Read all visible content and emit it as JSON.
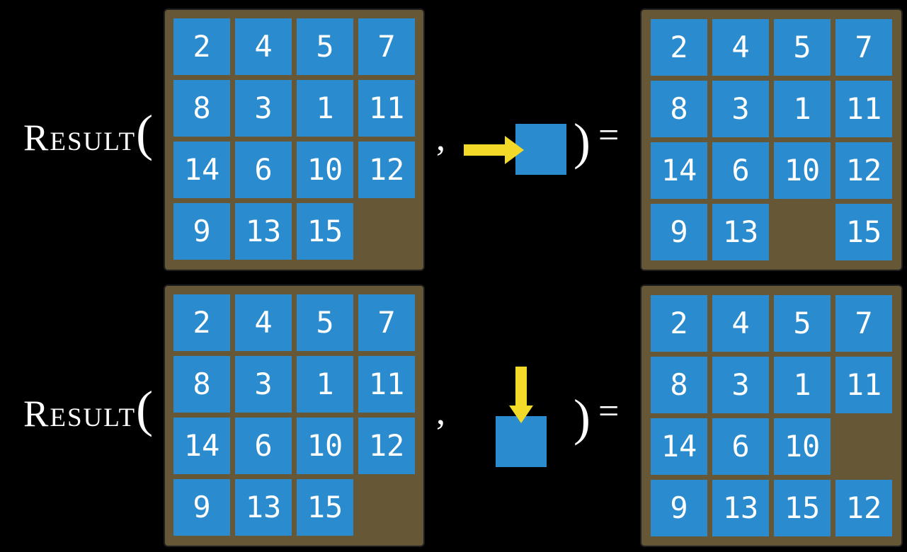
{
  "colors": {
    "background": "#000000",
    "board-fill": "#665836",
    "board-border": "#1e1e1e",
    "tile-fill": "#2a8bce",
    "tile-text": "#ffffff",
    "arrow-yellow": "#f3da29",
    "label-text": "#ffffff"
  },
  "labels": {
    "function_name": "Result",
    "open_paren": "(",
    "comma": ",",
    "close_paren": ")",
    "equals": "="
  },
  "rows": [
    {
      "name": "slide-tile-right-example",
      "move_icon": "arrow-right-into-tile",
      "input_grid": [
        [
          "2",
          "4",
          "5",
          "7"
        ],
        [
          "8",
          "3",
          "1",
          "11"
        ],
        [
          "14",
          "6",
          "10",
          "12"
        ],
        [
          "9",
          "13",
          "15",
          ""
        ]
      ],
      "output_grid": [
        [
          "2",
          "4",
          "5",
          "7"
        ],
        [
          "8",
          "3",
          "1",
          "11"
        ],
        [
          "14",
          "6",
          "10",
          "12"
        ],
        [
          "9",
          "13",
          "",
          "15"
        ]
      ]
    },
    {
      "name": "slide-tile-down-example",
      "move_icon": "arrow-down-into-tile",
      "input_grid": [
        [
          "2",
          "4",
          "5",
          "7"
        ],
        [
          "8",
          "3",
          "1",
          "11"
        ],
        [
          "14",
          "6",
          "10",
          "12"
        ],
        [
          "9",
          "13",
          "15",
          ""
        ]
      ],
      "output_grid": [
        [
          "2",
          "4",
          "5",
          "7"
        ],
        [
          "8",
          "3",
          "1",
          "11"
        ],
        [
          "14",
          "6",
          "10",
          ""
        ],
        [
          "9",
          "13",
          "15",
          "12"
        ]
      ]
    }
  ]
}
